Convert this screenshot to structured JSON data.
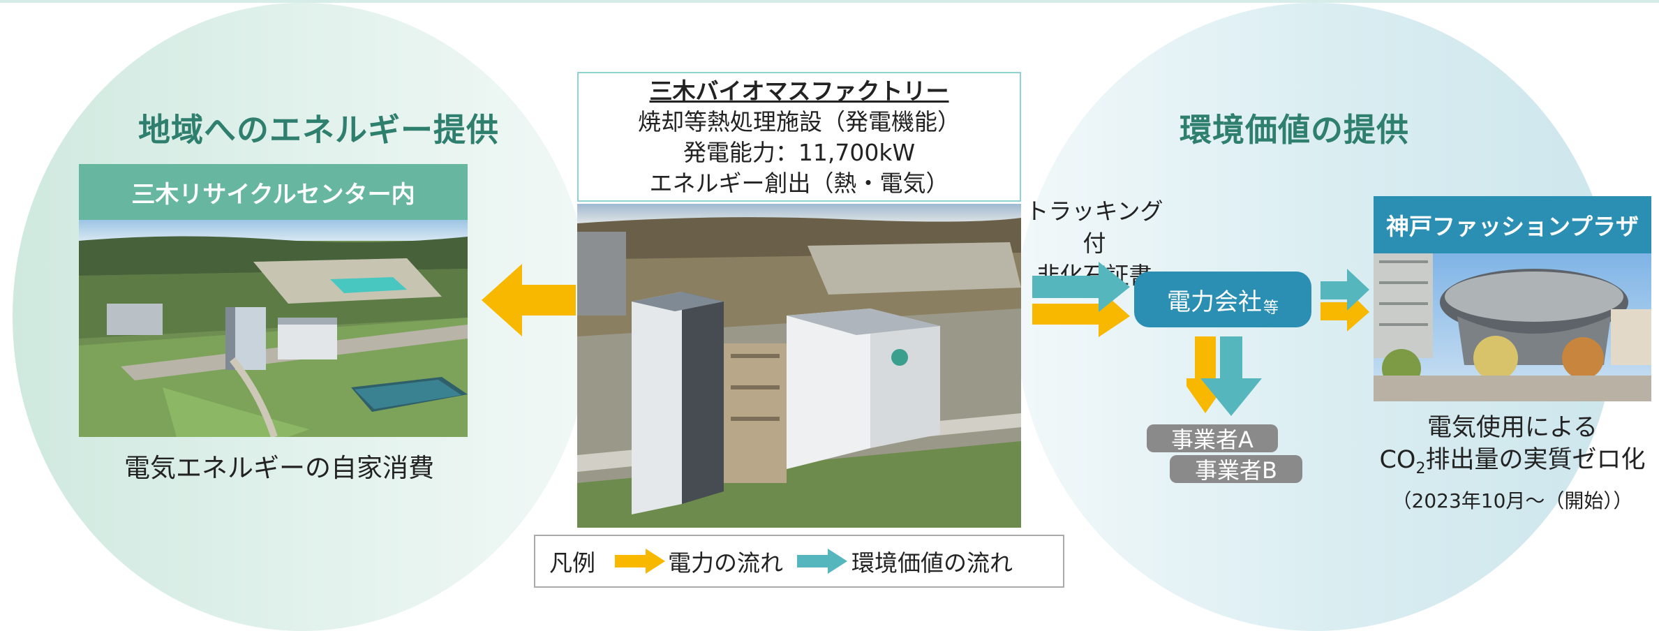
{
  "left": {
    "title": "地域へのエネルギー提供",
    "label": "三木リサイクルセンター内",
    "caption": "電気エネルギーの自家消費"
  },
  "center": {
    "name": "三木バイオマスファクトリー",
    "line1": "焼却等熱処理施設（発電機能）",
    "line2": "発電能力：11,700kW",
    "line3": "エネルギー創出（熱・電気）"
  },
  "right": {
    "title": "環境価値の提供",
    "tracking_line1": "トラッキング付",
    "tracking_line2": "非化石証書",
    "power_company": "電力会社",
    "power_company_suffix": "等",
    "business_a": "事業者A",
    "business_b": "事業者B",
    "kobe_label": "神戸ファッションプラザ",
    "kobe_caption_1": "電気使用による",
    "kobe_caption_2_pre": "CO",
    "kobe_caption_2_sub": "2",
    "kobe_caption_2_post": "排出量の実質ゼロ化",
    "kobe_caption_3": "（2023年10月～（開始））"
  },
  "legend": {
    "title": "凡例",
    "power_flow": "電力の流れ",
    "env_flow": "環境価値の流れ"
  },
  "colors": {
    "power_arrow": "#f8b800",
    "env_arrow": "#55b7bd",
    "title_green": "#2f7f6e",
    "label_green": "#67b69f",
    "blue": "#2a8fb3",
    "grey_badge": "#8a8a8a"
  }
}
